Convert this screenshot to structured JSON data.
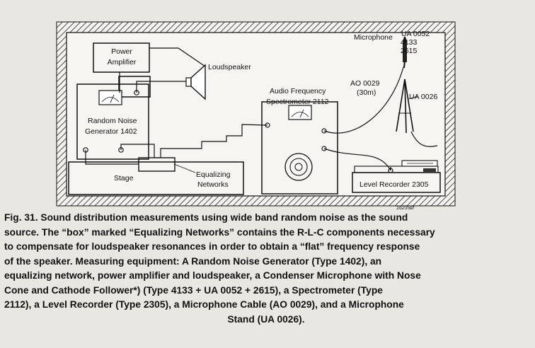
{
  "diagram": {
    "labels": {
      "power_amplifier": [
        "Power",
        "Amplifier"
      ],
      "loudspeaker": "Loudspeaker",
      "random_noise_generator": [
        "Random Noise",
        "Generator 1402"
      ],
      "spectrometer": [
        "Audio Frequency",
        "Spectrometer 2112"
      ],
      "microphone": "Microphone",
      "microphone_models": [
        "UA 0052",
        "4133",
        "2615"
      ],
      "cable": [
        "AO 0029",
        "(30m)"
      ],
      "stand": "UA 0026",
      "stage": "Stage",
      "equalizing_networks": [
        "Equalizing",
        "Networks"
      ],
      "level_recorder": "Level Recorder 2305",
      "figure_number": "16235Ø"
    }
  },
  "caption": {
    "lines": [
      "Fig. 31.  Sound distribution measurements using wide band random noise as the sound",
      "source. The “box” marked “Equalizing Networks” contains the R-L-C components necessary",
      "to compensate for loudspeaker resonances in order to obtain a “flat” frequency response",
      "of the speaker. Measuring equipment: A Random Noise Generator (Type 1402), an",
      "equalizing network, power amplifier and loudspeaker, a Condenser Microphone with Nose",
      "Cone and Cathode Follower*) (Type 4133 + UA 0052 + 2615), a Spectrometer (Type",
      "2112), a Level Recorder (Type 2305), a Microphone Cable (AO 0029), and a Microphone",
      "Stand (UA 0026)."
    ]
  }
}
